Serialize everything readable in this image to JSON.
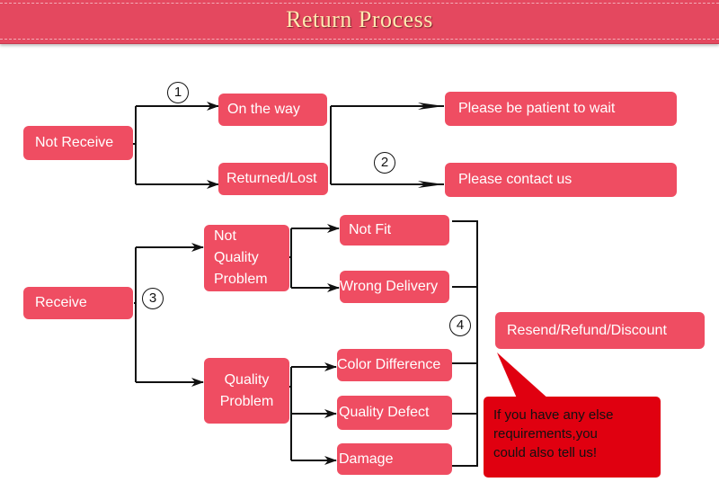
{
  "header": {
    "title": "Return Process"
  },
  "nodes": {
    "not_receive": "Not Receive",
    "on_the_way": "On the way",
    "returned_lost": "Returned/Lost",
    "please_wait": "Please be patient to wait",
    "please_contact": "Please contact us",
    "receive": "Receive",
    "not_quality_line1": "Not",
    "not_quality_line2": "Quality",
    "not_quality_line3": "Problem",
    "quality_line1": "Quality",
    "quality_line2": "Problem",
    "not_fit": "Not Fit",
    "wrong_delivery": "Wrong Delivery",
    "color_difference": "Color Difference",
    "quality_defect": "Quality Defect",
    "damage": "Damage",
    "resend": "Resend/Refund/Discount"
  },
  "steps": {
    "s1": "1",
    "s2": "2",
    "s3": "3",
    "s4": "4"
  },
  "note": {
    "line1": "If you have any else",
    "line2": "requirements,you",
    "line3": "could also tell us!"
  }
}
